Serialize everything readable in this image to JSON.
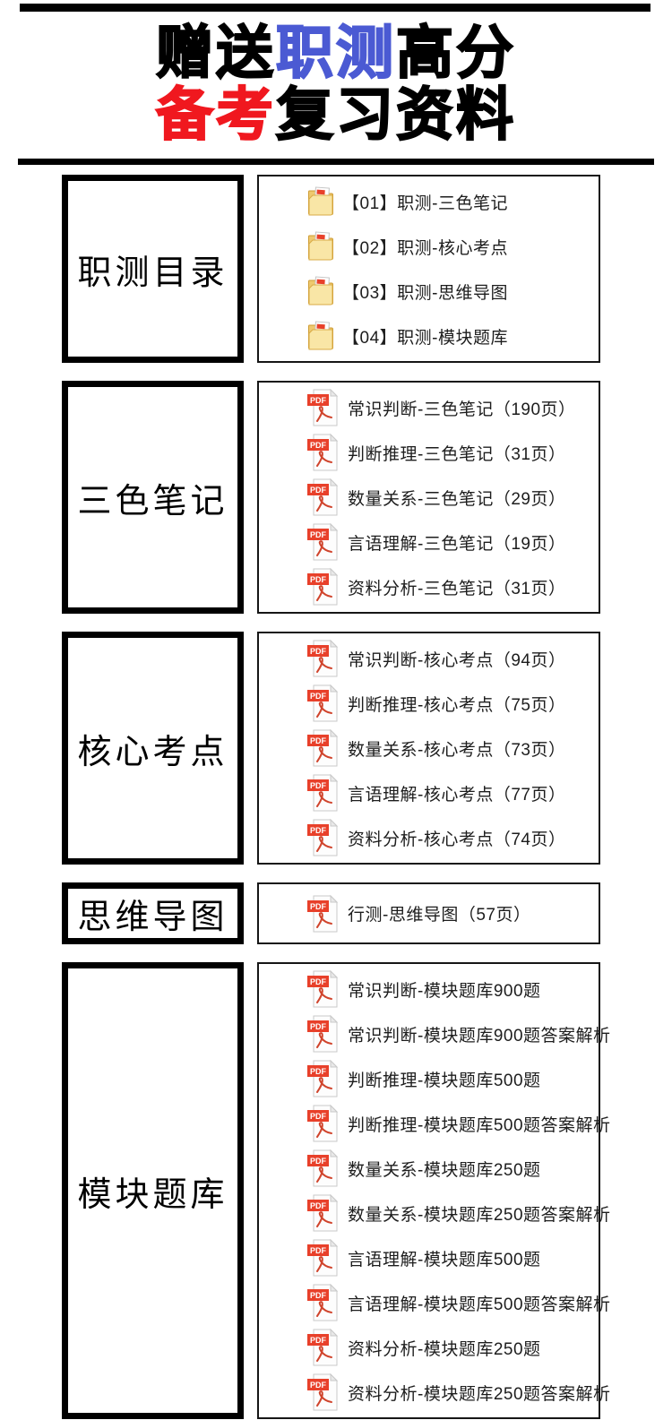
{
  "title": {
    "segments": [
      {
        "text": "赠送",
        "color": "#000000"
      },
      {
        "text": "职测",
        "color": "#4b5ad3"
      },
      {
        "text": "高分",
        "color": "#000000"
      },
      {
        "text": "备考",
        "color": "#f0181f"
      },
      {
        "text": "复习资料",
        "color": "#000000"
      }
    ]
  },
  "colors": {
    "accent_blue": "#4b5ad3",
    "accent_red": "#f0181f",
    "pdf_red": "#e8402a",
    "folder_yellow": "#f5d488",
    "border_black": "#000000"
  },
  "sections": [
    {
      "label": "职测目录",
      "icon": "folder-pdf-icon",
      "items": [
        {
          "text": "【01】职测-三色笔记"
        },
        {
          "text": "【02】职测-核心考点"
        },
        {
          "text": "【03】职测-思维导图"
        },
        {
          "text": "【04】职测-模块题库"
        }
      ]
    },
    {
      "label": "三色笔记",
      "icon": "pdf-file-icon",
      "items": [
        {
          "text": "常识判断-三色笔记（190页）"
        },
        {
          "text": "判断推理-三色笔记（31页）"
        },
        {
          "text": "数量关系-三色笔记（29页）"
        },
        {
          "text": "言语理解-三色笔记（19页）"
        },
        {
          "text": "资料分析-三色笔记（31页）"
        }
      ]
    },
    {
      "label": "核心考点",
      "icon": "pdf-file-icon",
      "items": [
        {
          "text": "常识判断-核心考点（94页）"
        },
        {
          "text": "判断推理-核心考点（75页）"
        },
        {
          "text": "数量关系-核心考点（73页）"
        },
        {
          "text": "言语理解-核心考点（77页）"
        },
        {
          "text": "资料分析-核心考点（74页）"
        }
      ]
    },
    {
      "label": "思维导图",
      "icon": "pdf-file-icon",
      "items": [
        {
          "text": "行测-思维导图（57页）"
        }
      ]
    },
    {
      "label": "模块题库",
      "icon": "pdf-file-icon",
      "items": [
        {
          "text": "常识判断-模块题库900题"
        },
        {
          "text": "常识判断-模块题库900题答案解析"
        },
        {
          "text": "判断推理-模块题库500题"
        },
        {
          "text": "判断推理-模块题库500题答案解析"
        },
        {
          "text": "数量关系-模块题库250题"
        },
        {
          "text": "数量关系-模块题库250题答案解析"
        },
        {
          "text": "言语理解-模块题库500题"
        },
        {
          "text": "言语理解-模块题库500题答案解析"
        },
        {
          "text": "资料分析-模块题库250题"
        },
        {
          "text": "资料分析-模块题库250题答案解析"
        }
      ]
    }
  ]
}
